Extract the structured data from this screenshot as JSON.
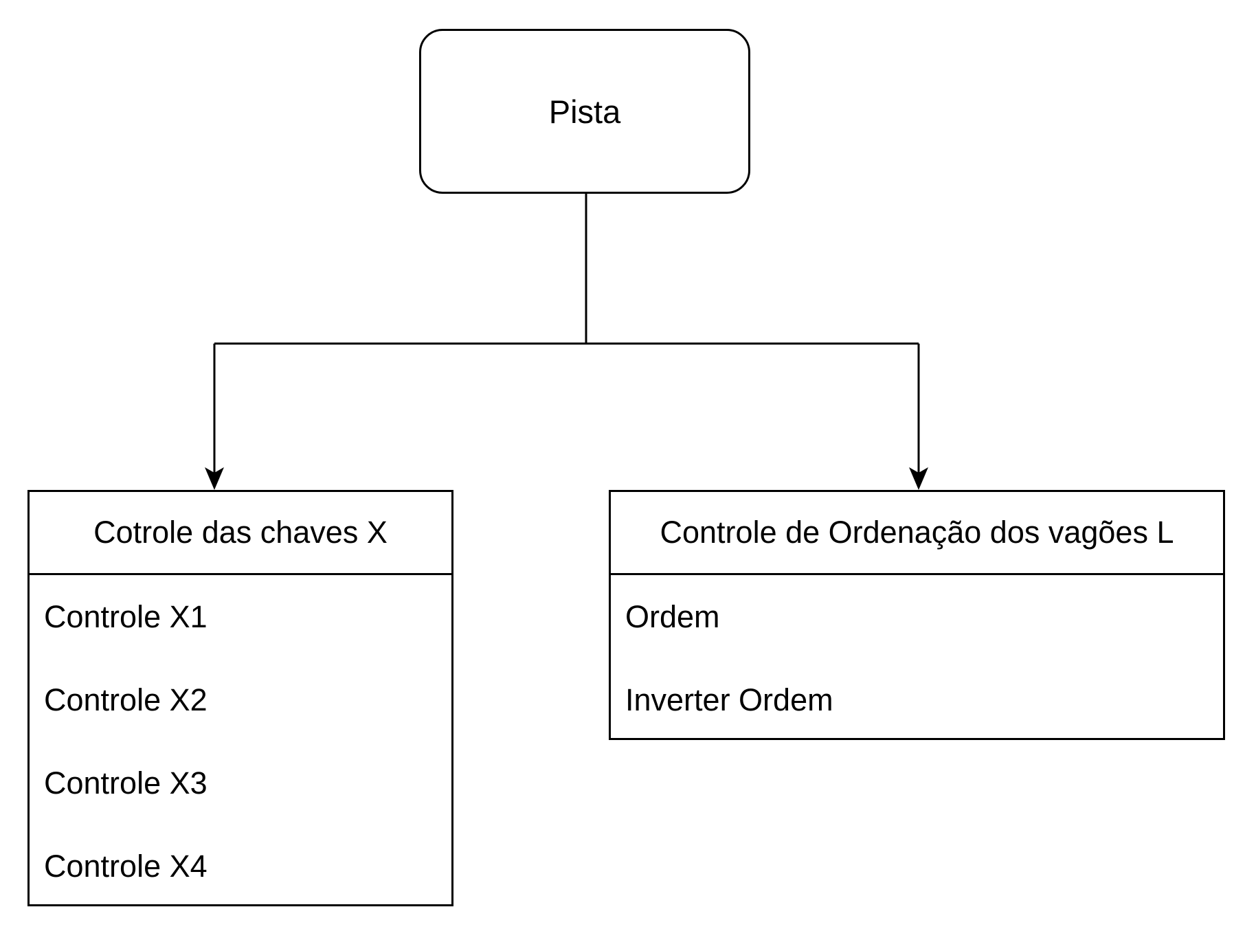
{
  "diagram": {
    "root": {
      "label": "Pista"
    },
    "left_box": {
      "title": "Cotrole das chaves X",
      "items": [
        "Controle X1",
        "Controle X2",
        "Controle X3",
        "Controle X4"
      ]
    },
    "right_box": {
      "title": "Controle de Ordenação dos vagões L",
      "items": [
        "Ordem",
        "Inverter Ordem"
      ]
    },
    "colors": {
      "stroke": "#000000",
      "background": "#ffffff"
    }
  }
}
